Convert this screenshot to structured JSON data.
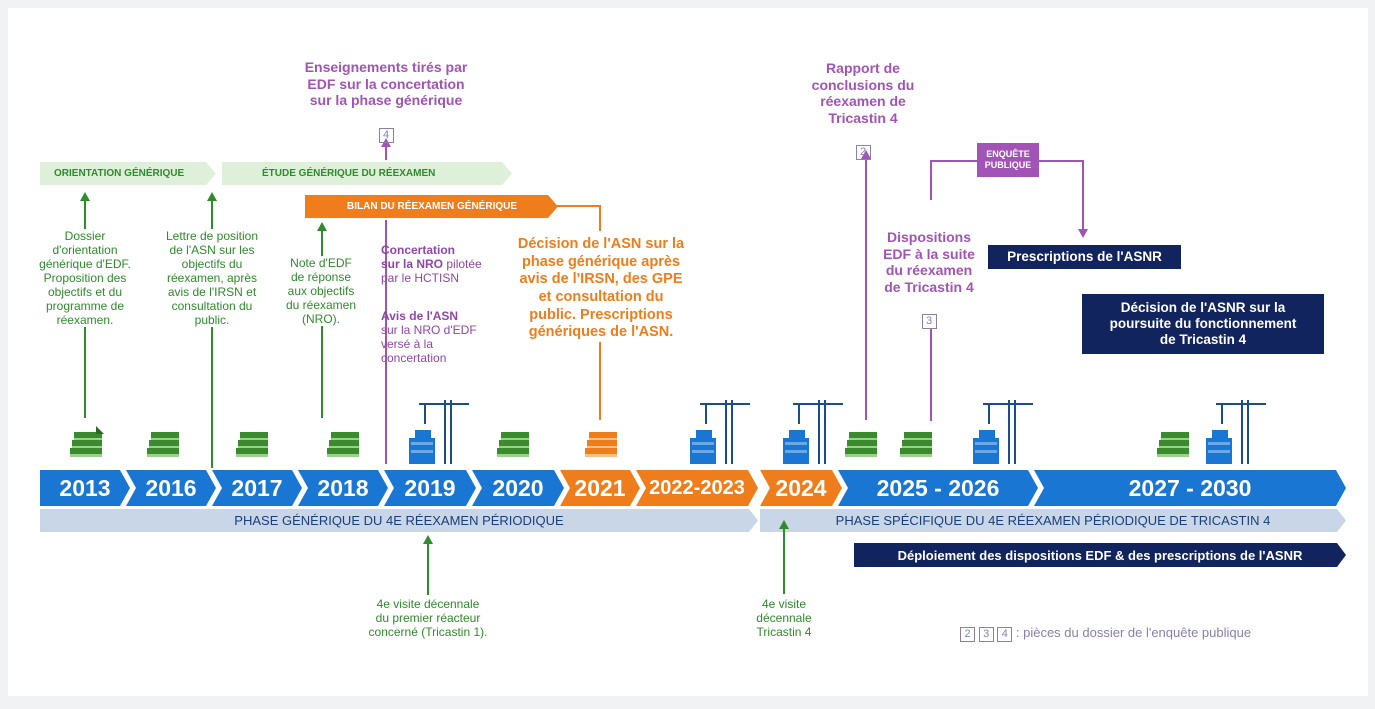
{
  "colors": {
    "blue": "#1976d2",
    "orange": "#ef7d1b",
    "navy": "#12245e",
    "green": "#2f8b2c",
    "purple": "#a154b5",
    "light_blue": "#c8d6e8",
    "light_green": "#dff0da"
  },
  "phases": {
    "orientation": "ORIENTATION GÉNÉRIQUE",
    "etude": "ÉTUDE GÉNÉRIQUE DU RÉEXAMEN",
    "bilan": "BILAN DU RÉEXAMEN GÉNÉRIQUE",
    "enquete": "ENQUÊTE\nPUBLIQUE"
  },
  "years": [
    "2013",
    "2016",
    "2017",
    "2018",
    "2019",
    "2020",
    "2021",
    "2022-2023",
    "2024",
    "2025 - 2026",
    "2027 - 2030"
  ],
  "bands": {
    "generic": "PHASE GÉNÉRIQUE DU 4E RÉEXAMEN PÉRIODIQUE",
    "specific": "PHASE SPÉCIFIQUE DU 4E RÉEXAMEN PÉRIODIQUE DE TRICASTIN 4",
    "deploiement": "Déploiement des dispositions EDF & des prescriptions de l'ASNR"
  },
  "top_notes": {
    "enseignements": "Enseignements tirés par\nEDF sur la concertation\nsur la phase générique",
    "enseignements_num": "4",
    "rapport": "Rapport de\nconclusions du\nréexamen de\nTricastin 4",
    "rapport_num": "2"
  },
  "notes": {
    "n2013": "Dossier\nd'orientation\ngénérique d'EDF.\nProposition des\nobjectifs et du\nprogramme de\nréexamen.",
    "n2016": "Lettre de position\nde l'ASN sur les\nobjectifs du\nréexamen, après\navis de l'IRSN et\nconsultation du\npublic.",
    "n2018": "Note d'EDF\nde réponse\naux objectifs\ndu réexamen\n(NRO).",
    "concertation_bold": "Concertation\nsur la NRO",
    "concertation_rest": " pilotée\npar le HCTISN",
    "avis_bold": "Avis de l'ASN",
    "avis_rest": "\nsur la NRO d'EDF\nversé à la\nconcertation",
    "decision2021": "Décision de l'ASN sur la\nphase générique après\navis de l'IRSN, des GPE\net consultation du\npublic. Prescriptions\ngénériques de l'ASN.",
    "dispositions": "Dispositions\nEDF à la suite\ndu réexamen\nde Tricastin 4",
    "dispositions_num": "3",
    "prescriptions": "Prescriptions de l'ASNR",
    "decision_final": "Décision de l'ASNR sur la\npoursuite du fonctionnement\nde Tricastin 4",
    "visite1": "4e visite décennale\ndu premier réacteur\nconcerné (Tricastin 1).",
    "visite4": "4e visite\ndécennale\nTricastin 4"
  },
  "legend": {
    "nums": [
      "2",
      "3",
      "4"
    ],
    "text": ": pièces du dossier de l'enquête publique"
  }
}
